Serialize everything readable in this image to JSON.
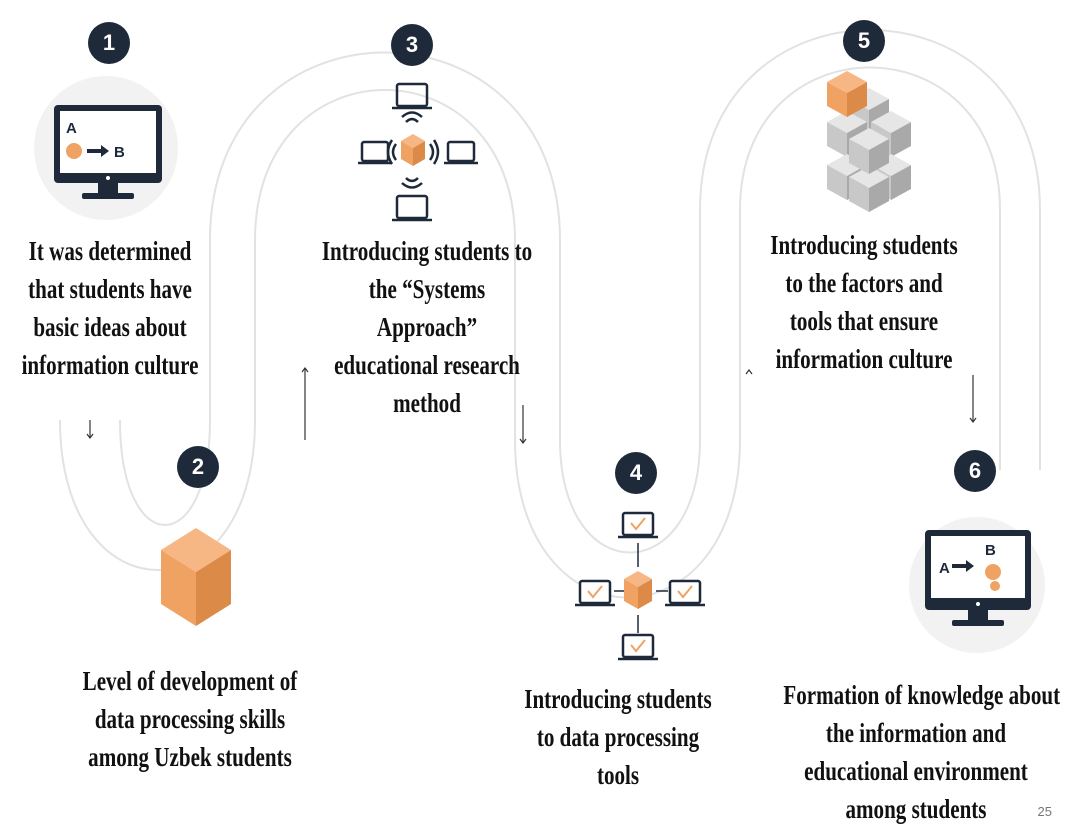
{
  "colors": {
    "accent": "#f0a262",
    "dark": "#1e2a3a",
    "path": "#e3e3e3",
    "cube_gray": "#c4c4c4"
  },
  "steps": [
    {
      "number": "1",
      "icon": "monitor-a-to-b-icon",
      "lines": [
        "It was determined",
        "that students have",
        "basic ideas about",
        "information  culture"
      ]
    },
    {
      "number": "2",
      "icon": "orange-cube-icon",
      "lines": [
        "Level of development  of",
        "data processing skills",
        "among Uzbek students"
      ]
    },
    {
      "number": "3",
      "icon": "network-laptops-icon",
      "lines": [
        "Introducing  students to",
        "the “Systems",
        "Approach”",
        "educational research",
        "method"
      ]
    },
    {
      "number": "4",
      "icon": "laptops-checklist-icon",
      "lines": [
        "Introducing  students",
        "to data processing",
        "tools"
      ]
    },
    {
      "number": "5",
      "icon": "cube-cluster-icon",
      "lines": [
        "Introducing  students",
        "to the factors and",
        "tools that ensure",
        "information  culture"
      ]
    },
    {
      "number": "6",
      "icon": "monitor-a-to-b-icon",
      "lines": [
        "Formation of knowledge about",
        "the information and",
        "educational environment",
        "among students"
      ]
    }
  ],
  "page_number": "25"
}
